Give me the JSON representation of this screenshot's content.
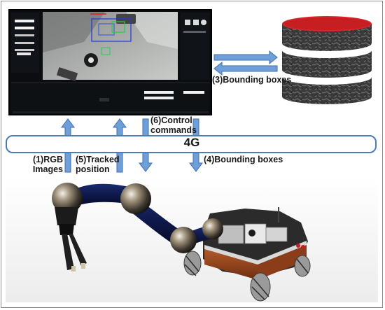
{
  "labels": {
    "network": "4G",
    "rgb_images": [
      "(1)RGB",
      "Images"
    ],
    "tracked_position": [
      "(5)Tracked",
      "position"
    ],
    "control_commands": [
      "(6)Control",
      "commands"
    ],
    "bounding_boxes_top": "(3)Bounding boxes",
    "bounding_boxes_bottom": "(4)Bounding boxes"
  },
  "colors": {
    "arrow_fill": "#6f9fd8",
    "arrow_stroke": "#3f6fae",
    "bar_border": "#4a7cc0",
    "db_top": "#d7262a",
    "db_body": "#3c3c3c",
    "screen_bg": "#000000"
  },
  "icons": {
    "database": "database-stack-icon",
    "robot": "mobile-manipulator-robot",
    "screen": "control-interface-screenshot"
  }
}
